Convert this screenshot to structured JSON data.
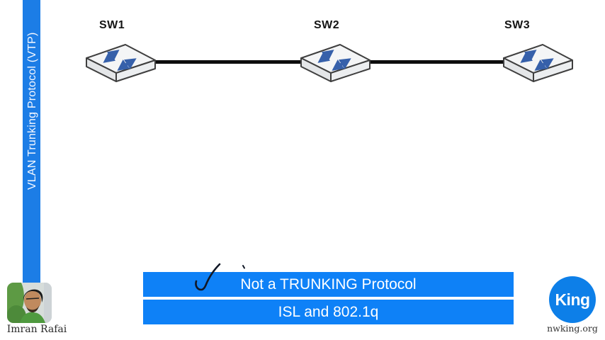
{
  "sidebar": {
    "title": "VLAN Trunking Protocol (VTP)"
  },
  "topology": {
    "switches": [
      {
        "label": "SW1"
      },
      {
        "label": "SW2"
      },
      {
        "label": "SW3"
      }
    ]
  },
  "banners": {
    "primary": "Not a TRUNKING Protocol",
    "secondary": "ISL and 802.1q"
  },
  "presenter": {
    "name": "Imran Rafai"
  },
  "brand": {
    "logo_text": "King",
    "website": "nwking.org"
  },
  "colors": {
    "sidebar_blue": "#1c7de6",
    "banner_blue": "#0e81f7",
    "logo_blue": "#0d7fe8",
    "banner_text": "#ffffff",
    "link_line": "#0d0d0d",
    "switch_arrow_blue": "#3660aa",
    "check_ink": "#111827"
  }
}
